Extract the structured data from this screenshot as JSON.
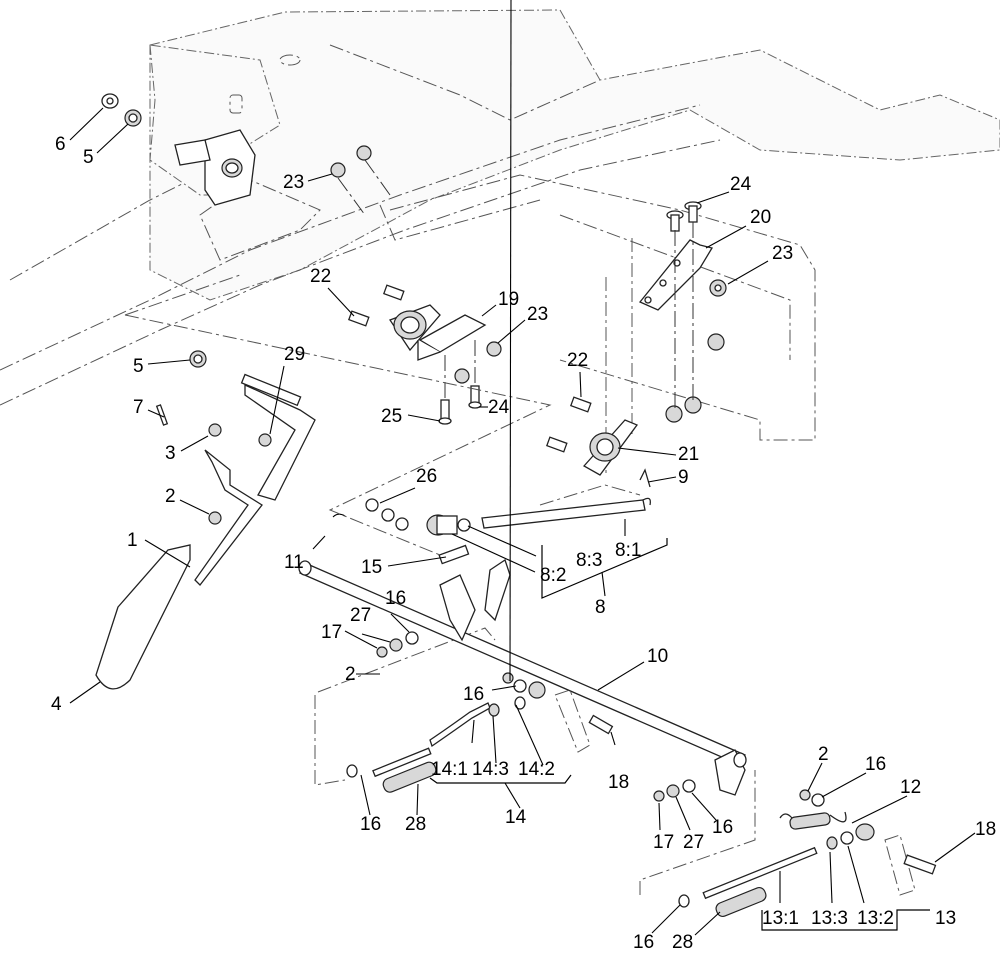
{
  "diagram": {
    "type": "exploded-parts-diagram",
    "callouts": [
      {
        "id": "c6",
        "label": "6"
      },
      {
        "id": "c5a",
        "label": "5"
      },
      {
        "id": "c23a",
        "label": "23"
      },
      {
        "id": "c24a",
        "label": "24"
      },
      {
        "id": "c20",
        "label": "20"
      },
      {
        "id": "c23b",
        "label": "23"
      },
      {
        "id": "c22a",
        "label": "22"
      },
      {
        "id": "c19",
        "label": "19"
      },
      {
        "id": "c23c",
        "label": "23"
      },
      {
        "id": "c5b",
        "label": "5"
      },
      {
        "id": "c29",
        "label": "29"
      },
      {
        "id": "c7",
        "label": "7"
      },
      {
        "id": "c3",
        "label": "3"
      },
      {
        "id": "c25",
        "label": "25"
      },
      {
        "id": "c24b",
        "label": "24"
      },
      {
        "id": "c22b",
        "label": "22"
      },
      {
        "id": "c21",
        "label": "21"
      },
      {
        "id": "c9",
        "label": "9"
      },
      {
        "id": "c2a",
        "label": "2"
      },
      {
        "id": "c26",
        "label": "26"
      },
      {
        "id": "c1",
        "label": "1"
      },
      {
        "id": "c11",
        "label": "11"
      },
      {
        "id": "c15",
        "label": "15"
      },
      {
        "id": "c8_3",
        "label": "8:3"
      },
      {
        "id": "c8_2",
        "label": "8:2"
      },
      {
        "id": "c8_1",
        "label": "8:1"
      },
      {
        "id": "c8",
        "label": "8"
      },
      {
        "id": "c16a",
        "label": "16"
      },
      {
        "id": "c27a",
        "label": "27"
      },
      {
        "id": "c17a",
        "label": "17"
      },
      {
        "id": "c10",
        "label": "10"
      },
      {
        "id": "c4",
        "label": "4"
      },
      {
        "id": "c2b",
        "label": "2"
      },
      {
        "id": "c16b",
        "label": "16"
      },
      {
        "id": "c14_1",
        "label": "14:1"
      },
      {
        "id": "c14_3",
        "label": "14:3"
      },
      {
        "id": "c14_2",
        "label": "14:2"
      },
      {
        "id": "c18a",
        "label": "18"
      },
      {
        "id": "c14",
        "label": "14"
      },
      {
        "id": "c16c",
        "label": "16"
      },
      {
        "id": "c28a",
        "label": "28"
      },
      {
        "id": "c2c",
        "label": "2"
      },
      {
        "id": "c16d",
        "label": "16"
      },
      {
        "id": "c12",
        "label": "12"
      },
      {
        "id": "c18b",
        "label": "18"
      },
      {
        "id": "c17b",
        "label": "17"
      },
      {
        "id": "c27b",
        "label": "27"
      },
      {
        "id": "c16e",
        "label": "16"
      },
      {
        "id": "c13_1",
        "label": "13:1"
      },
      {
        "id": "c13_3",
        "label": "13:3"
      },
      {
        "id": "c13_2",
        "label": "13:2"
      },
      {
        "id": "c13",
        "label": "13"
      },
      {
        "id": "c16f",
        "label": "16"
      },
      {
        "id": "c28b",
        "label": "28"
      }
    ]
  }
}
